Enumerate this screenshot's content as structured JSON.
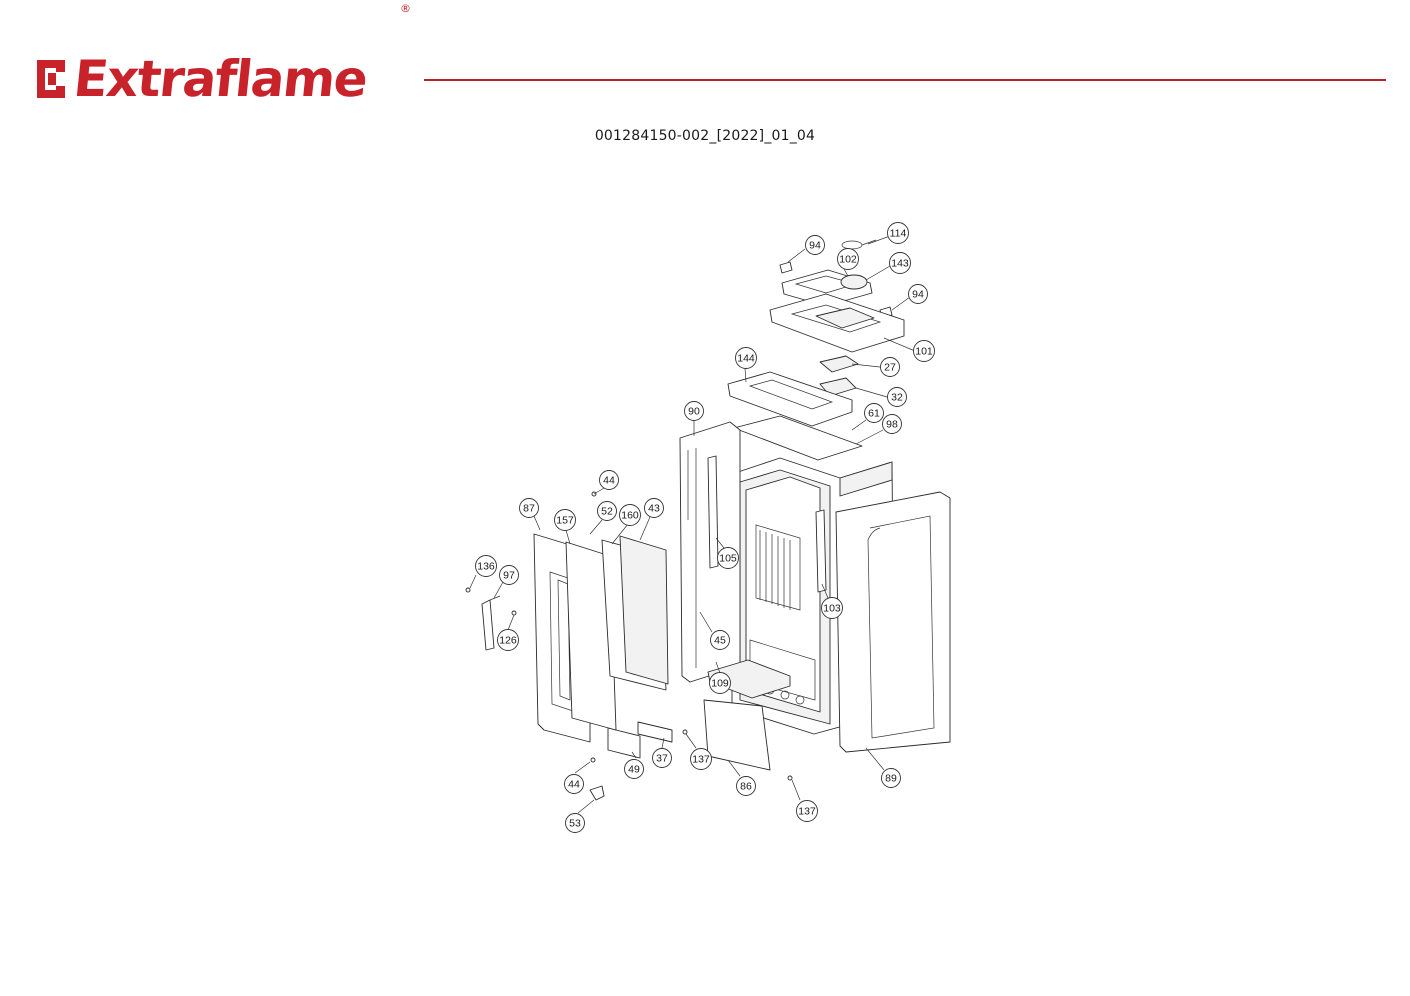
{
  "brand": {
    "name": "Extraflame",
    "registered": "®",
    "color": "#c8222b"
  },
  "document": {
    "code": "001284150-002_[2022]_01_04"
  },
  "callouts": [
    {
      "label": "114"
    },
    {
      "label": "94"
    },
    {
      "label": "102"
    },
    {
      "label": "143"
    },
    {
      "label": "94"
    },
    {
      "label": "101"
    },
    {
      "label": "144"
    },
    {
      "label": "27"
    },
    {
      "label": "32"
    },
    {
      "label": "90"
    },
    {
      "label": "61"
    },
    {
      "label": "98"
    },
    {
      "label": "44"
    },
    {
      "label": "87"
    },
    {
      "label": "157"
    },
    {
      "label": "52"
    },
    {
      "label": "160"
    },
    {
      "label": "43"
    },
    {
      "label": "105"
    },
    {
      "label": "136"
    },
    {
      "label": "97"
    },
    {
      "label": "103"
    },
    {
      "label": "126"
    },
    {
      "label": "45"
    },
    {
      "label": "109"
    },
    {
      "label": "37"
    },
    {
      "label": "49"
    },
    {
      "label": "137"
    },
    {
      "label": "44"
    },
    {
      "label": "86"
    },
    {
      "label": "89"
    },
    {
      "label": "53"
    },
    {
      "label": "137"
    }
  ]
}
